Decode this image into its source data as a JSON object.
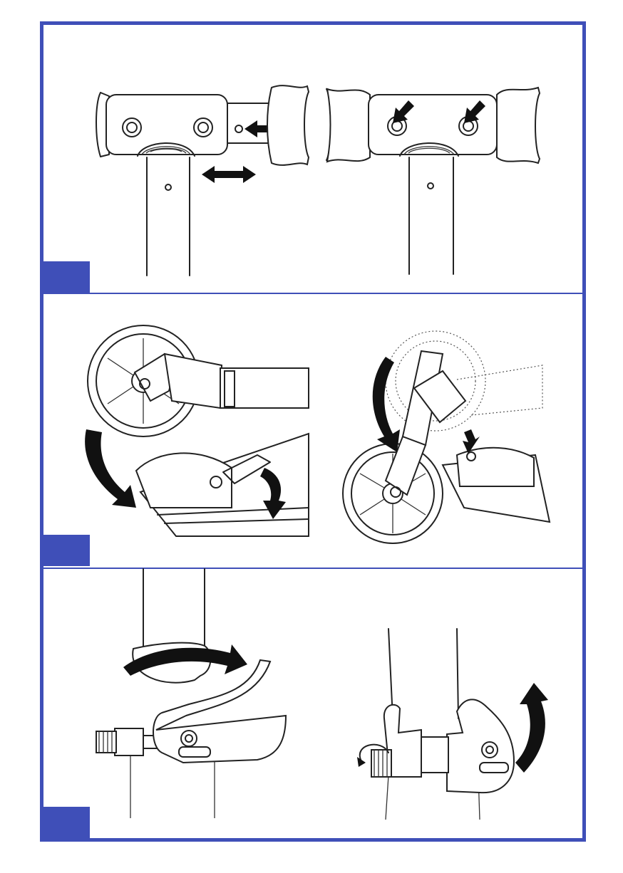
{
  "colors": {
    "frame": "#3f4fb8",
    "line": "#222222",
    "background": "#ffffff"
  },
  "steps": [
    {
      "number": "",
      "left_figure": "handlebar-inserted-into-stem",
      "right_figure": "handlebar-locked-pins"
    },
    {
      "number": "",
      "left_figure": "fold-front-assembly",
      "right_figure": "folded-latch-engaged"
    },
    {
      "number": "",
      "left_figure": "quick-release-clamp-open",
      "right_figure": "quick-release-clamp-closed"
    }
  ]
}
